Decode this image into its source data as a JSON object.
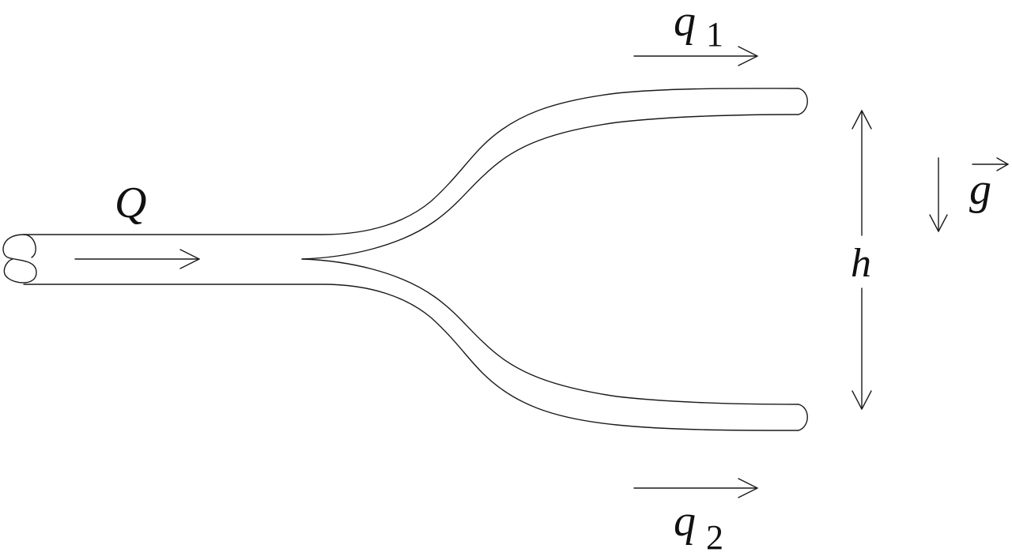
{
  "labels": {
    "inflow": "Q",
    "outflow_top": "q",
    "outflow_top_index": "1",
    "outflow_bottom": "q",
    "outflow_bottom_index": "2",
    "height": "h",
    "gravity": "g"
  }
}
